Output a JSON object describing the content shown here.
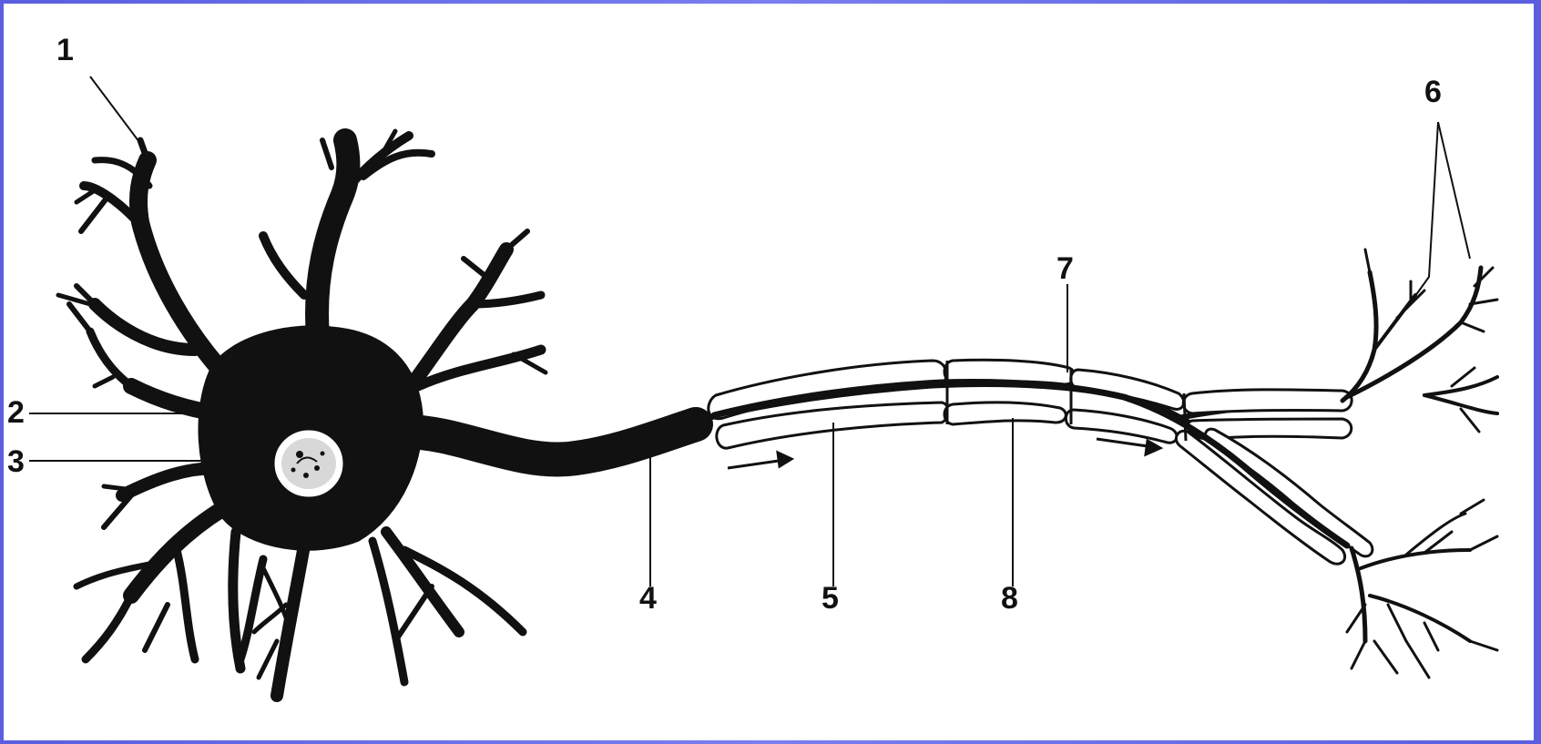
{
  "diagram": {
    "labels": {
      "l1": "1",
      "l2": "2",
      "l3": "3",
      "l4": "4",
      "l5": "5",
      "l6": "6",
      "l7": "7",
      "l8": "8"
    },
    "colors": {
      "ink": "#111111",
      "frame": "#6a6ee8",
      "background": "#ffffff"
    }
  }
}
